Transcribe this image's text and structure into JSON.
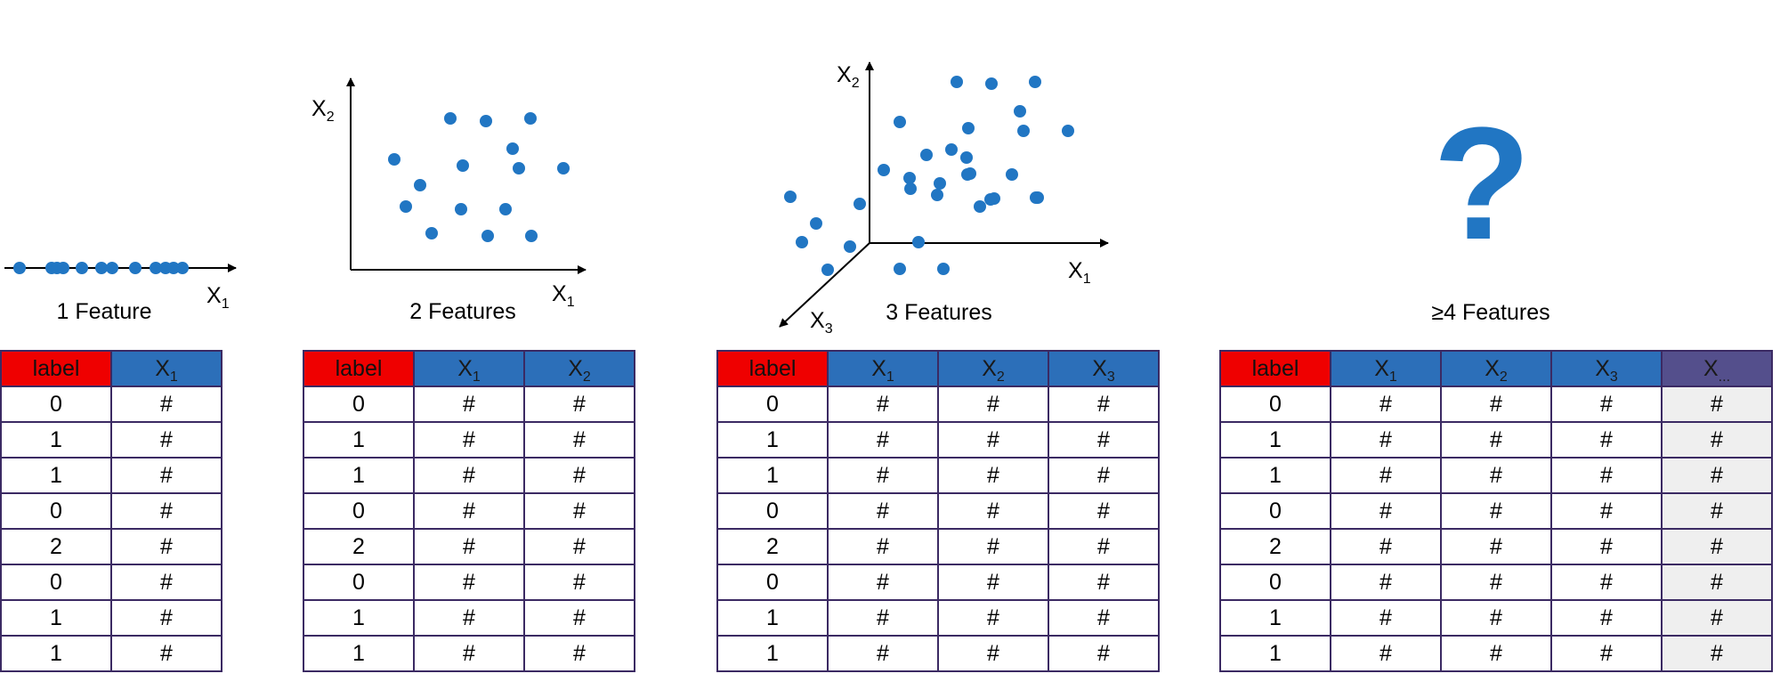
{
  "axes": {
    "x1": {
      "main": "X",
      "sub": "1"
    },
    "x2": {
      "main": "X",
      "sub": "2"
    },
    "x3": {
      "main": "X",
      "sub": "3"
    }
  },
  "panels": [
    {
      "caption": "1 Feature"
    },
    {
      "caption": "2 Features"
    },
    {
      "caption": "3 Features"
    },
    {
      "caption": "≥4 Features",
      "symbol": "?"
    }
  ],
  "tables": [
    {
      "header": [
        {
          "text": "label"
        },
        {
          "main": "X",
          "sub": "1"
        }
      ],
      "rows": [
        [
          "0",
          "#"
        ],
        [
          "1",
          "#"
        ],
        [
          "1",
          "#"
        ],
        [
          "0",
          "#"
        ],
        [
          "2",
          "#"
        ],
        [
          "0",
          "#"
        ],
        [
          "1",
          "#"
        ],
        [
          "1",
          "#"
        ]
      ]
    },
    {
      "header": [
        {
          "text": "label"
        },
        {
          "main": "X",
          "sub": "1"
        },
        {
          "main": "X",
          "sub": "2"
        }
      ],
      "rows": [
        [
          "0",
          "#",
          "#"
        ],
        [
          "1",
          "#",
          "#"
        ],
        [
          "1",
          "#",
          "#"
        ],
        [
          "0",
          "#",
          "#"
        ],
        [
          "2",
          "#",
          "#"
        ],
        [
          "0",
          "#",
          "#"
        ],
        [
          "1",
          "#",
          "#"
        ],
        [
          "1",
          "#",
          "#"
        ]
      ]
    },
    {
      "header": [
        {
          "text": "label"
        },
        {
          "main": "X",
          "sub": "1"
        },
        {
          "main": "X",
          "sub": "2"
        },
        {
          "main": "X",
          "sub": "3"
        }
      ],
      "rows": [
        [
          "0",
          "#",
          "#",
          "#"
        ],
        [
          "1",
          "#",
          "#",
          "#"
        ],
        [
          "1",
          "#",
          "#",
          "#"
        ],
        [
          "0",
          "#",
          "#",
          "#"
        ],
        [
          "2",
          "#",
          "#",
          "#"
        ],
        [
          "0",
          "#",
          "#",
          "#"
        ],
        [
          "1",
          "#",
          "#",
          "#"
        ],
        [
          "1",
          "#",
          "#",
          "#"
        ]
      ]
    },
    {
      "header": [
        {
          "text": "label"
        },
        {
          "main": "X",
          "sub": "1"
        },
        {
          "main": "X",
          "sub": "2"
        },
        {
          "main": "X",
          "sub": "3"
        },
        {
          "main": "X",
          "sub": "..."
        }
      ],
      "rows": [
        [
          "0",
          "#",
          "#",
          "#",
          "#"
        ],
        [
          "1",
          "#",
          "#",
          "#",
          "#"
        ],
        [
          "1",
          "#",
          "#",
          "#",
          "#"
        ],
        [
          "0",
          "#",
          "#",
          "#",
          "#"
        ],
        [
          "2",
          "#",
          "#",
          "#",
          "#"
        ],
        [
          "0",
          "#",
          "#",
          "#",
          "#"
        ],
        [
          "1",
          "#",
          "#",
          "#",
          "#"
        ],
        [
          "1",
          "#",
          "#",
          "#",
          "#"
        ]
      ]
    }
  ],
  "colors": {
    "point": "#2176c3",
    "label_header": "#ef0000",
    "feature_header": "#2c6fb9",
    "extra_header": "#544f8c",
    "extra_cell": "#efefef",
    "border": "#3b2a63"
  }
}
